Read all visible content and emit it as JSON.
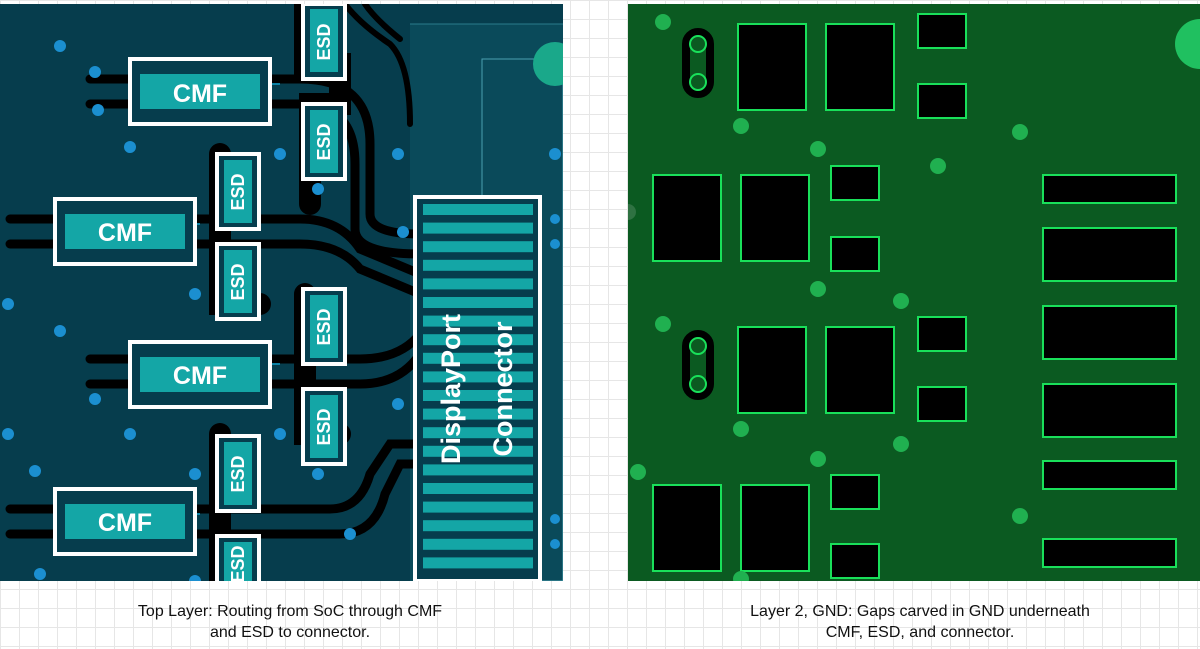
{
  "left_panel": {
    "cmf_label": "CMF",
    "esd_label": "ESD",
    "connector_line1": "DisplayPort",
    "connector_line2": "Connector",
    "caption": "Top Layer: Routing from SoC through CMF\nand ESD to connector."
  },
  "right_panel": {
    "caption": "Layer 2, GND: Gaps carved in GND underneath\nCMF, ESD, and connector."
  },
  "colors": {
    "board_top": "#063d4d",
    "trace_fill": "#000000",
    "pad_cyan": "#14a6a6",
    "via_blue": "#1b8fd0",
    "gnd_plane": "#0b5a21",
    "gap_black": "#000000",
    "gap_outline": "#19e05a"
  }
}
